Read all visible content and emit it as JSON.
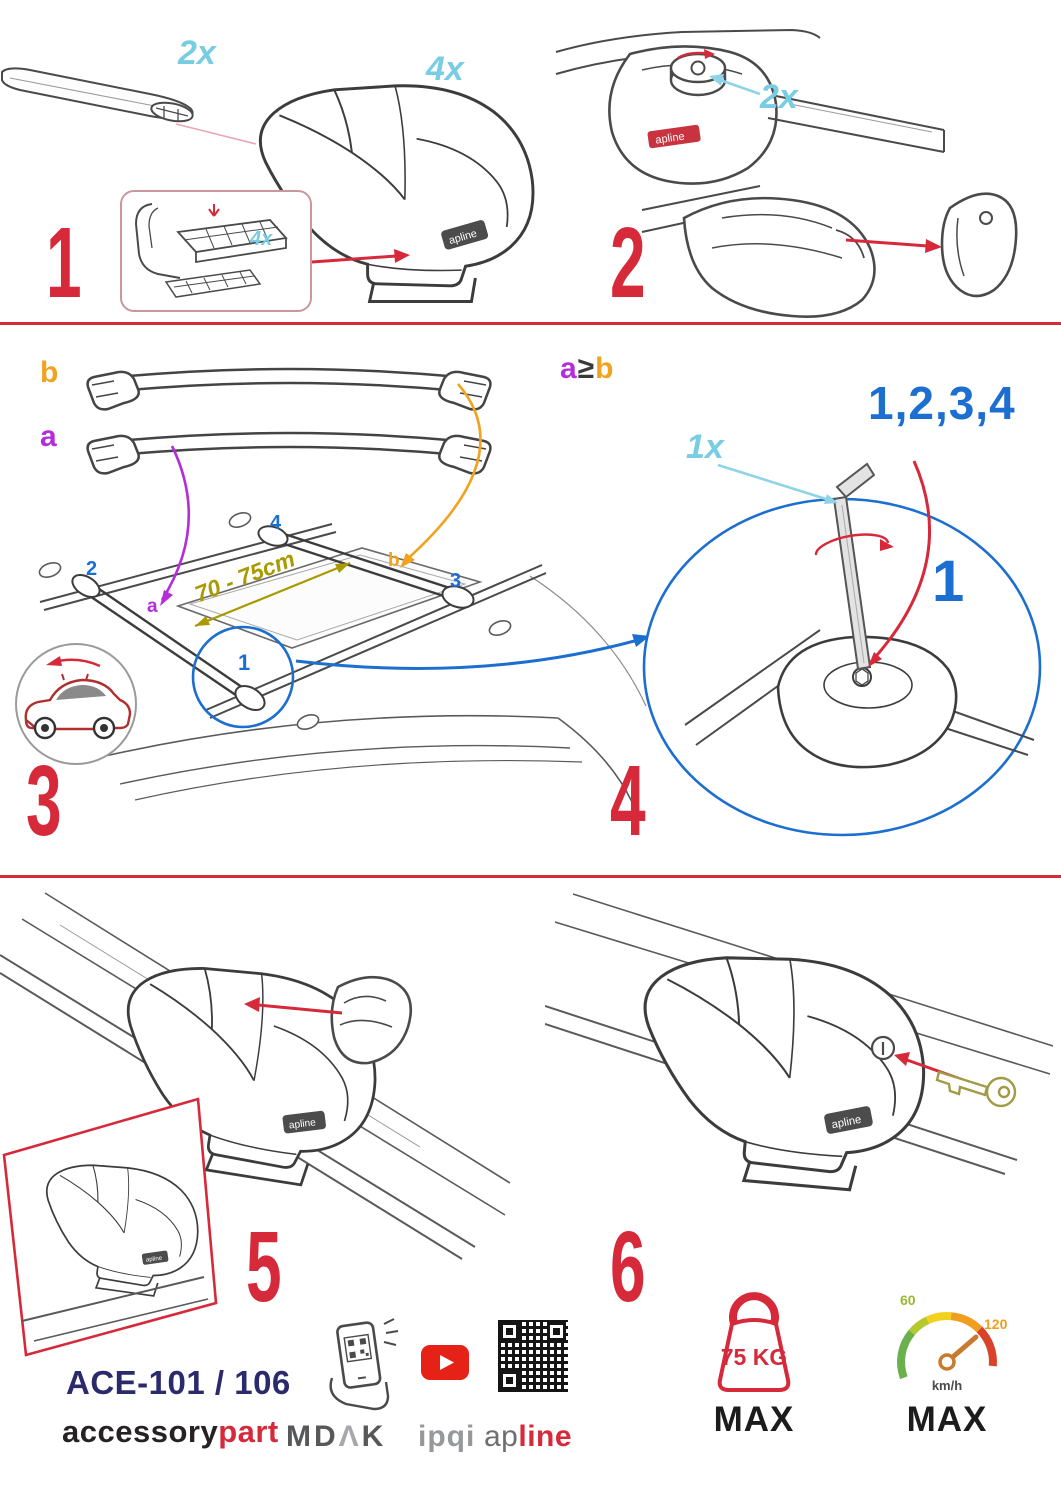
{
  "colors": {
    "accent_red": "#d6293a",
    "cyan": "#79cde2",
    "orange": "#f0a31f",
    "purple": "#b32ddb",
    "blue": "#1c6ed0",
    "olive": "#a89a00",
    "navy": "#2b2a6c"
  },
  "steps": {
    "s1": {
      "num": "1",
      "qty_bars": "2x",
      "qty_clamps": "4x",
      "qty_pads": "4x"
    },
    "s2": {
      "num": "2",
      "qty_locks": "2x"
    },
    "s3": {
      "num": "3",
      "bar_b": "b",
      "bar_a": "a",
      "distance": "70 - 75cm",
      "pos1": "1",
      "pos2": "2",
      "pos3": "3",
      "pos4": "4",
      "roof_a": "a",
      "roof_b": "b"
    },
    "s4": {
      "num": "4",
      "cond_a": "a",
      "cond_op": "≥",
      "cond_b": "b",
      "sequence": "1,2,3,4",
      "qty_key": "1x",
      "first": "1"
    },
    "s5": {
      "num": "5"
    },
    "s6": {
      "num": "6"
    }
  },
  "misc": {
    "sticker": "apline"
  },
  "footer": {
    "model": "ACE-101 / 106",
    "brand_accessory": "accessory",
    "brand_part": "part",
    "mdak_md": "MD",
    "mdak_a": "Λ",
    "mdak_k": "K",
    "ipqi": "ipqi",
    "apline_ap": "ap",
    "apline_line": "line",
    "weight": "75 KG",
    "weight_max": "MAX",
    "speed_low": "60",
    "speed_high": "120",
    "speed_unit": "km/h",
    "speed_max": "MAX"
  }
}
